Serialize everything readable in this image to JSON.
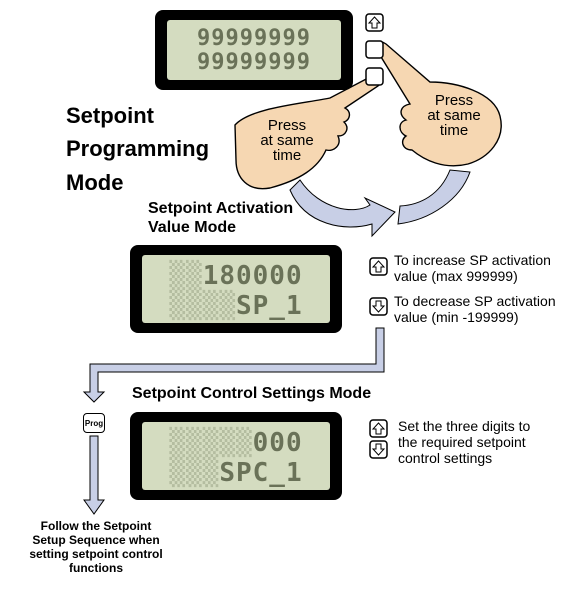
{
  "top_display": {
    "line1": "99999999",
    "line2": "99999999"
  },
  "mode_title": {
    "line1": "Setpoint",
    "line2": "Programming",
    "line3": "Mode"
  },
  "hands": {
    "left_caption": [
      "Press",
      "at same",
      "time"
    ],
    "right_caption": [
      "Press",
      "at same",
      "time"
    ]
  },
  "activation_mode": {
    "title_line1": "Setpoint Activation",
    "title_line2": "Value Mode",
    "display_line1": "180000",
    "display_line2": "SP_1",
    "up_note_line1": "To increase SP activation",
    "up_note_line2": "value (max 999999)",
    "down_note_line1": "To decrease SP activation",
    "down_note_line2": "value (min -199999)"
  },
  "control_mode": {
    "title": "Setpoint Control Settings Mode",
    "display_line1": "000",
    "display_line2": "SPC_1",
    "note_line1": "Set the three digits to",
    "note_line2": "the required setpoint",
    "note_line3": "control settings"
  },
  "prog_key_label": "Prog",
  "footer": {
    "line1": "Follow the Setpoint",
    "line2": "Setup Sequence when",
    "line3": "setting setpoint control",
    "line4": "functions"
  },
  "colors": {
    "lcd_bg": "#d4dcc0",
    "arrow_fill": "#c8cfe6",
    "skin": "#f6d7b2",
    "frame": "#000000"
  }
}
